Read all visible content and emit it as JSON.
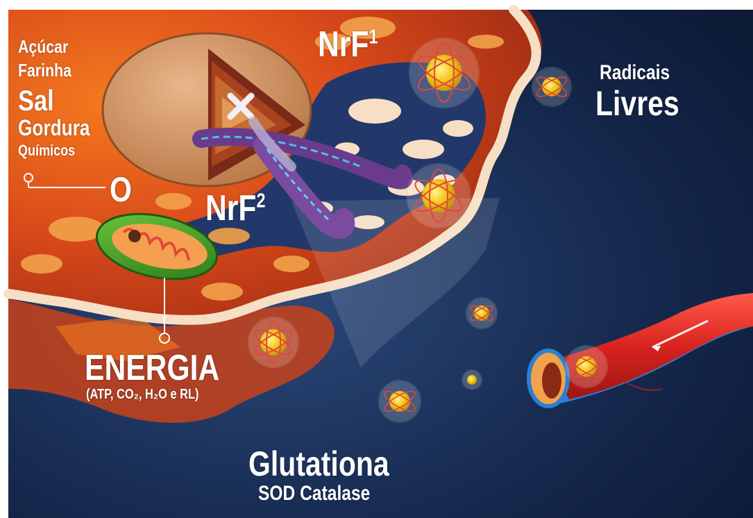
{
  "labels": {
    "acucar": "Açúcar",
    "farinha": "Farinha",
    "sal": "Sal",
    "gordura": "Gordura",
    "quimicos": "Químicos",
    "zero": "O",
    "nrf1_base": "NrF",
    "nrf1_sup": "1",
    "nrf2_base": "NrF",
    "nrf2_sup": "2",
    "radicais": "Radicais",
    "livres": "Livres",
    "energia": "ENERGIA",
    "energia_detail": "(ATP, CO₂, H₂O e RL)",
    "glutationa": "Glutationa",
    "sod_catalase": "SOD Catalase"
  },
  "colors": {
    "background_dark_blue": "#0c1c3c",
    "cell_orange": "#e5581a",
    "membrane_cream": "#f6dfc4",
    "mitochondria_green": "#3e9a2a",
    "dna_purple": "#6a3b8c",
    "radical_yellow": "#f2c313",
    "vessel_red": "#d9231f",
    "vessel_blue": "#2b7fd6"
  },
  "icons": [
    "nucleus-icon",
    "dna-strand-icon",
    "mitochondria-icon",
    "free-radical-icon",
    "blood-vessel-icon"
  ]
}
